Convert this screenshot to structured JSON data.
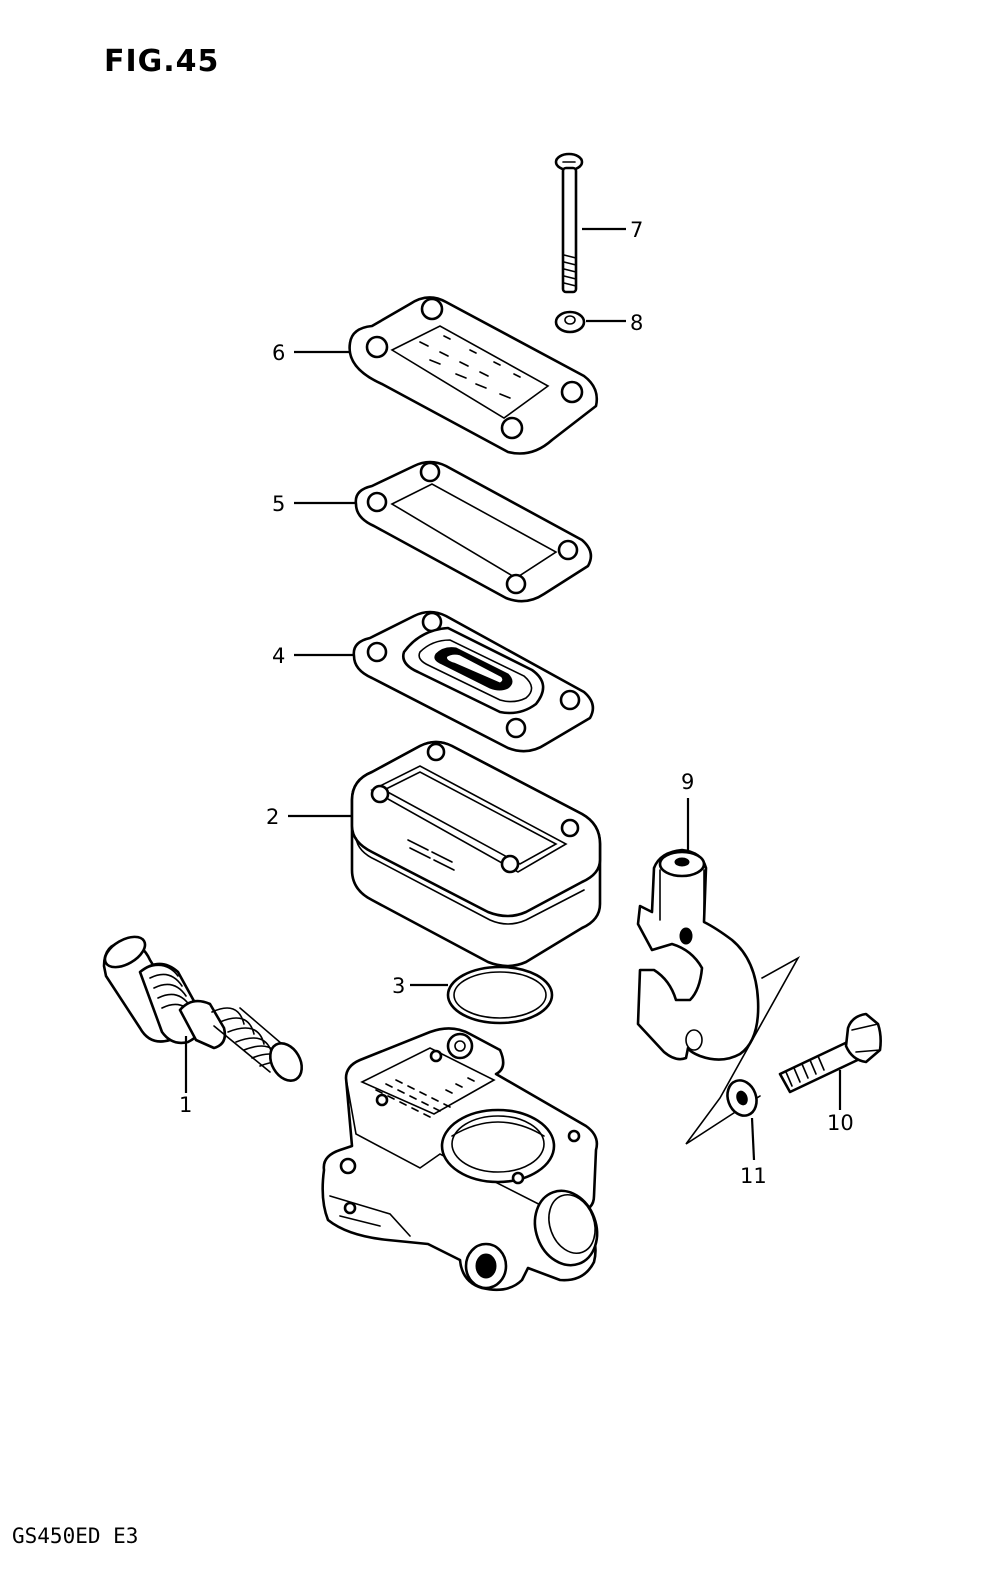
{
  "figure": {
    "title": "FIG.45",
    "model": "GS450ED E3"
  },
  "callouts": [
    "1",
    "2",
    "3",
    "4",
    "5",
    "6",
    "7",
    "8",
    "9",
    "10",
    "11"
  ]
}
